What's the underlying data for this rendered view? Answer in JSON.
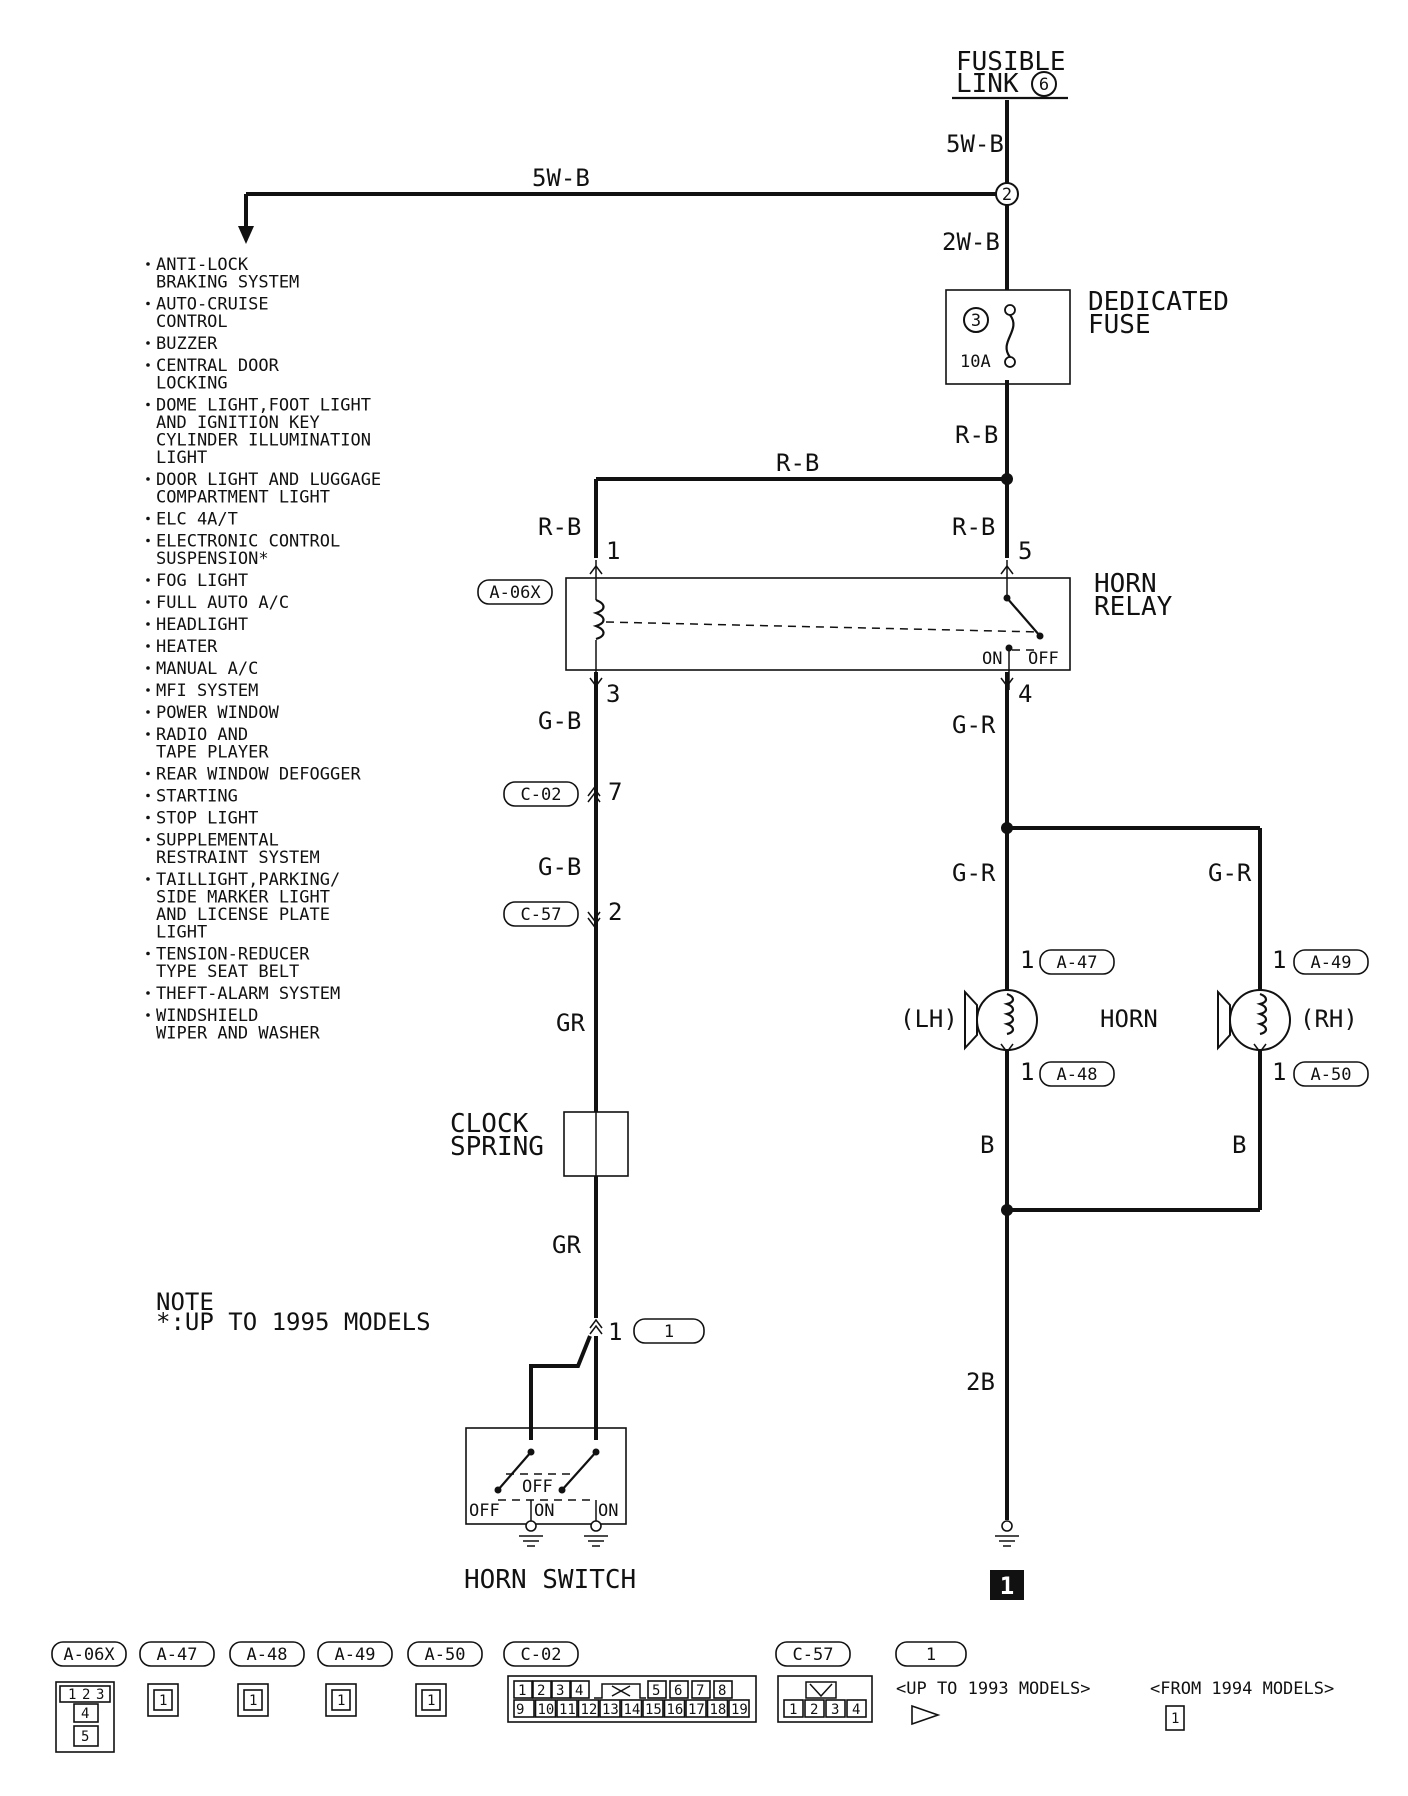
{
  "fusible_link": {
    "line1": "FUSIBLE",
    "line2": "LINK",
    "number": "6"
  },
  "wires": {
    "w_5wb_top": "5W-B",
    "w_5wb_left": "5W-B",
    "w_2wb": "2W-B",
    "w_rb_below_fuse": "R-B",
    "w_rb_top": "R-B",
    "w_rb_left": "R-B",
    "w_rb_right": "R-B",
    "w_gb_1": "G-B",
    "w_gr_1": "G-R",
    "w_gb_2": "G-B",
    "w_gr_lh": "G-R",
    "w_gr_rh": "G-R",
    "w_gr_a": "GR",
    "w_gr_b": "GR",
    "w_b_lh": "B",
    "w_b_rh": "B",
    "w_2b": "2B"
  },
  "junction": {
    "number": "2"
  },
  "fuse": {
    "line1": "DEDICATED",
    "line2": "FUSE",
    "number": "3",
    "rating": "10A"
  },
  "systems": [
    [
      "ANTI-LOCK",
      "BRAKING SYSTEM"
    ],
    [
      "AUTO-CRUISE",
      "CONTROL"
    ],
    [
      "BUZZER"
    ],
    [
      "CENTRAL DOOR",
      "LOCKING"
    ],
    [
      "DOME LIGHT,FOOT LIGHT",
      "AND IGNITION KEY",
      "CYLINDER ILLUMINATION",
      "LIGHT"
    ],
    [
      "DOOR LIGHT AND LUGGAGE",
      "COMPARTMENT LIGHT"
    ],
    [
      "ELC 4A/T"
    ],
    [
      "ELECTRONIC CONTROL",
      "SUSPENSION*"
    ],
    [
      "FOG LIGHT"
    ],
    [
      "FULL AUTO A/C"
    ],
    [
      "HEADLIGHT"
    ],
    [
      "HEATER"
    ],
    [
      "MANUAL A/C"
    ],
    [
      "MFI SYSTEM"
    ],
    [
      "POWER WINDOW"
    ],
    [
      "RADIO AND",
      "TAPE PLAYER"
    ],
    [
      "REAR WINDOW DEFOGGER"
    ],
    [
      "STARTING"
    ],
    [
      "STOP LIGHT"
    ],
    [
      "SUPPLEMENTAL",
      "RESTRAINT SYSTEM"
    ],
    [
      "TAILLIGHT,PARKING/",
      "SIDE MARKER LIGHT",
      "AND LICENSE PLATE",
      "LIGHT"
    ],
    [
      "TENSION-REDUCER",
      "TYPE SEAT BELT"
    ],
    [
      "THEFT-ALARM SYSTEM"
    ],
    [
      "WINDSHIELD",
      "WIPER AND WASHER"
    ]
  ],
  "relay": {
    "connector": "A-06X",
    "line1": "HORN",
    "line2": "RELAY",
    "on": "ON",
    "off": "OFF",
    "pin1": "1",
    "pin3": "3",
    "pin4": "4",
    "pin5": "5"
  },
  "connectors": {
    "c02": "C-02",
    "c02_pin": "7",
    "c57": "C-57",
    "c57_pin": "2",
    "a47": "A-47",
    "a48": "A-48",
    "a49": "A-49",
    "a50": "A-50",
    "a47_pin": "1",
    "a48_pin": "1",
    "a49_pin": "1",
    "a50_pin": "1",
    "j1": "1",
    "j1_pin": "1"
  },
  "horn": {
    "label": "HORN",
    "lh": "(LH)",
    "rh": "(RH)"
  },
  "clock_spring": {
    "line1": "CLOCK",
    "line2": "SPRING"
  },
  "horn_switch": {
    "label": "HORN SWITCH",
    "off_top": "OFF",
    "off_left": "OFF",
    "on1": "ON",
    "on2": "ON"
  },
  "note": {
    "line1": "NOTE",
    "line2": "*:UP TO 1995 MODELS"
  },
  "ground": {
    "number": "1"
  },
  "legend": {
    "a06x": "A-06X",
    "a06x_pins": [
      "1",
      "2",
      "3",
      "4",
      "5"
    ],
    "a47": "A-47",
    "a48": "A-48",
    "a49": "A-49",
    "a50": "A-50",
    "single_pin": "1",
    "c02": "C-02",
    "c02_row1": [
      "1",
      "2",
      "3",
      "4",
      "5",
      "6",
      "7",
      "8"
    ],
    "c02_row2": [
      "9",
      "10",
      "11",
      "12",
      "13",
      "14",
      "15",
      "16",
      "17",
      "18",
      "19"
    ],
    "c57": "C-57",
    "c57_pins": [
      "1",
      "2",
      "3",
      "4"
    ],
    "j1": "1",
    "up_to_1993": "<UP TO 1993 MODELS>",
    "from_1994": "<FROM 1994 MODELS>",
    "from_1994_pin": "1"
  }
}
